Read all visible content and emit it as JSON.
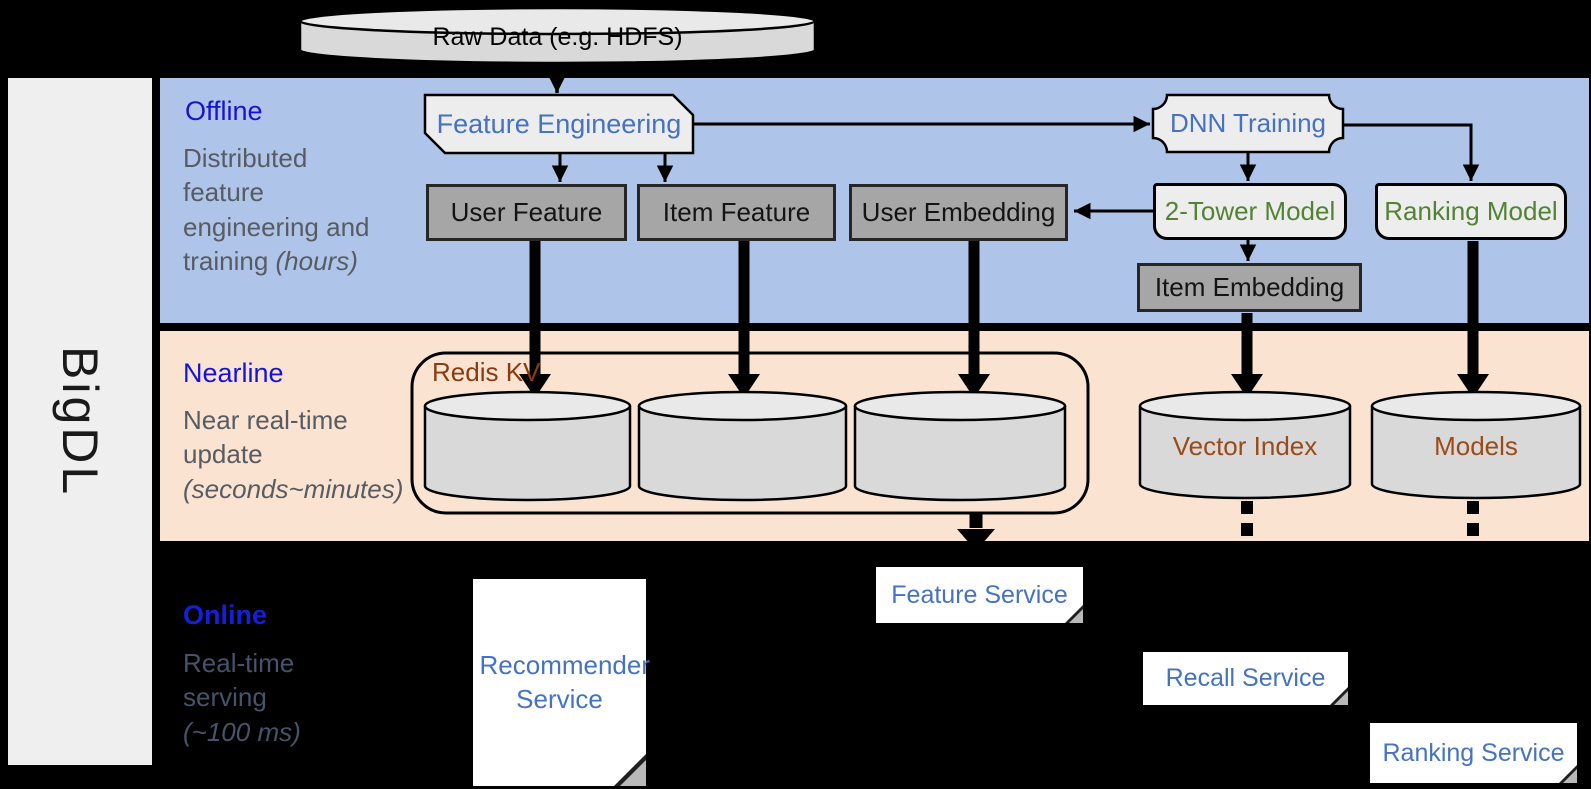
{
  "brand": {
    "label": "BigDL"
  },
  "raw_data": {
    "label": "Raw Data (e.g. HDFS)"
  },
  "bands": {
    "offline": {
      "title": "Offline",
      "subtitle": "Distributed feature engineering and training ",
      "subtitle_italic": "(hours)"
    },
    "nearline": {
      "title": "Nearline",
      "subtitle": "Near real-time update ",
      "subtitle_italic": "(seconds~minutes)"
    },
    "online": {
      "title": "Online",
      "subtitle": "Real-time serving ",
      "subtitle_italic": "(~100 ms)"
    }
  },
  "nodes": {
    "feature_engineering": "Feature Engineering",
    "dnn_training": "DNN Training",
    "user_feature": "User Feature",
    "item_feature": "Item Feature",
    "user_embedding": "User Embedding",
    "two_tower_model": "2-Tower Model",
    "ranking_model": "Ranking Model",
    "item_embedding": "Item Embedding",
    "redis_kv": "Redis KV",
    "vector_index": "Vector Index",
    "models": "Models",
    "recommender_service": "Recommender Service",
    "feature_service": "Feature Service",
    "recall_service": "Recall Service",
    "ranking_service": "Ranking Service"
  },
  "colors": {
    "band_offline": "#aec4e8",
    "band_nearline": "#fbe3d1",
    "background": "#000000",
    "section_title_blue": "#1414d8",
    "node_text_blue": "#4472c4",
    "node_text_green": "#548235",
    "redis_label_brown": "#8a3c10",
    "cylinder_label_brown": "#9c4a17",
    "node_fill_gray": "#a6a6a6",
    "node_fill_light": "#ededed",
    "cylinder_fill": "#d9d9d9",
    "sidebar_fill": "#efefef"
  }
}
